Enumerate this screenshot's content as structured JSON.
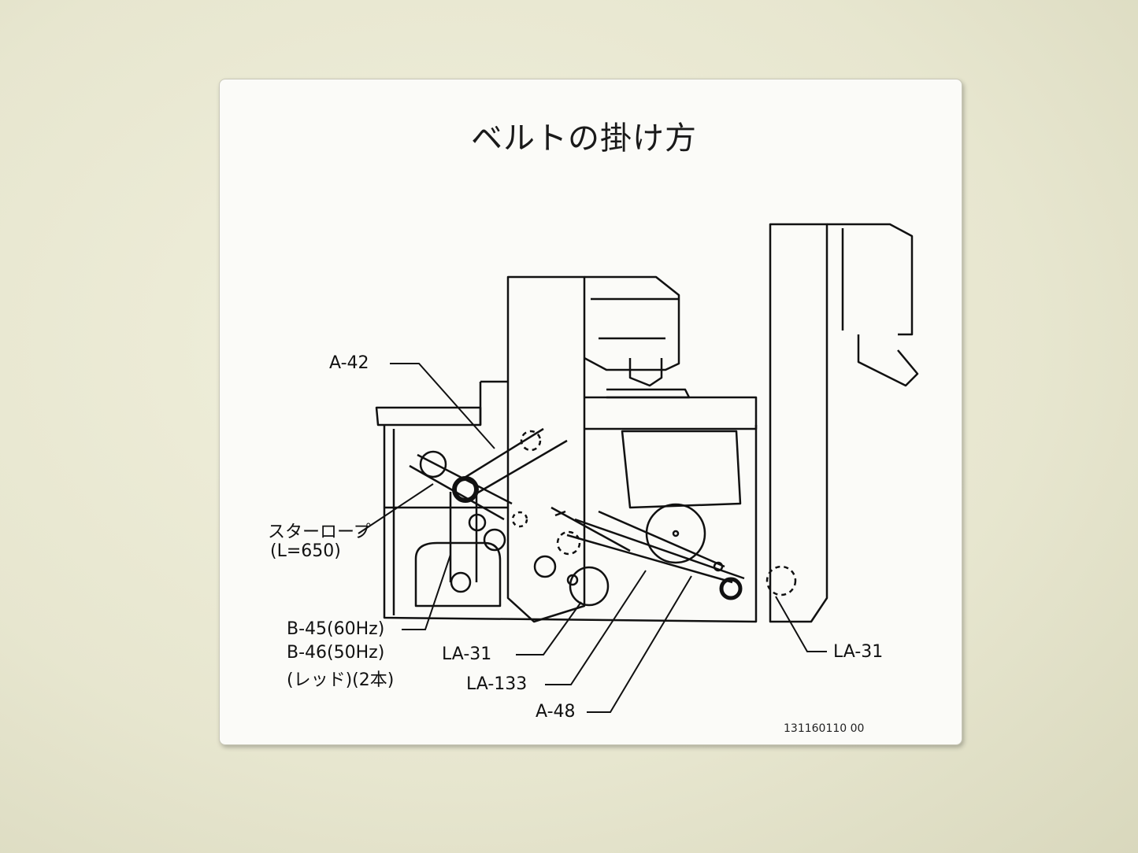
{
  "placard": {
    "title": "ベルトの掛け方",
    "labels": {
      "a42": "A-42",
      "star_rope": "スターロープ",
      "star_rope_len": "(L=650)",
      "b45": "B-45(60Hz)",
      "b46": "B-46(50Hz)",
      "red_two": "(レッド)(2本)",
      "la31_left": "LA-31",
      "la133": "LA-133",
      "a48": "A-48",
      "la31_right": "LA-31"
    },
    "part_code": "131160110   00"
  }
}
